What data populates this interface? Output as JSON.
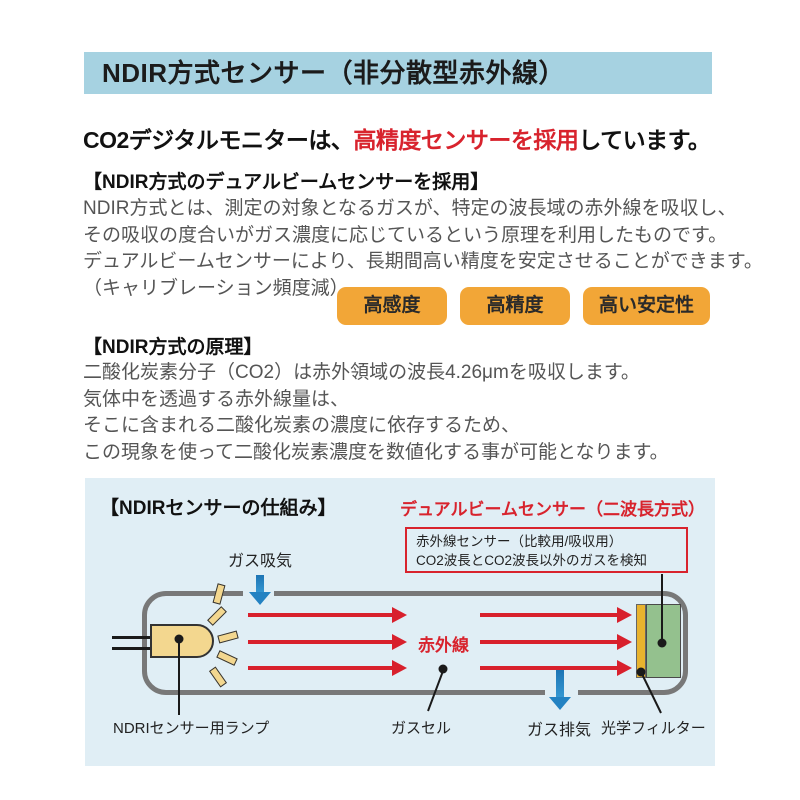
{
  "header": {
    "title": "NDIR方式センサー（非分散型赤外線）"
  },
  "headline": {
    "pre": "CO2デジタルモニターは、",
    "highlight": "高精度センサーを採用",
    "post": "しています。"
  },
  "adoption": {
    "heading": "【NDIR方式のデュアルビームセンサーを採用】",
    "lines": [
      "NDIR方式とは、測定の対象となるガスが、特定の波長域の赤外線を吸収し、",
      "その吸収の度合いがガス濃度に応じているという原理を利用したものです。",
      "デュアルビームセンサーにより、長期間高い精度を安定させることができます。",
      "（キャリブレーション頻度減）"
    ],
    "badges": [
      "高感度",
      "高精度",
      "高い安定性"
    ]
  },
  "principle": {
    "heading": "【NDIR方式の原理】",
    "lines": [
      "二酸化炭素分子（CO2）は赤外領域の波長4.26μmを吸収します。",
      "気体中を透過する赤外線量は、",
      "そこに含まれる二酸化炭素の濃度に依存するため、",
      "この現象を使って二酸化炭素濃度を数値化する事が可能となります。"
    ]
  },
  "diagram": {
    "title": "【NDIRセンサーの仕組み】",
    "dual_beam_title": "デュアルビームセンサー（二波長方式）",
    "sensor_note_line1": "赤外線センサー（比較用/吸収用）",
    "sensor_note_line2": "CO2波長とCO2波長以外のガスを検知",
    "labels": {
      "gas_intake": "ガス吸気",
      "infrared": "赤外線",
      "lamp": "NDRIセンサー用ランプ",
      "gas_cell": "ガスセル",
      "gas_exhaust": "ガス排気",
      "optical_filter": "光学フィルター"
    }
  },
  "colors": {
    "banner_bg": "#a6d2e1",
    "accent_red": "#d8232d",
    "badge_orange": "#f2a637",
    "diagram_bg": "#e0eef5",
    "tube_gray": "#787878",
    "lamp_tan": "#f3d78f",
    "filter_yellow": "#e9b32e",
    "sensor_green": "#94c18e",
    "arrow_blue": "#2382c2",
    "body_text": "#555555"
  }
}
